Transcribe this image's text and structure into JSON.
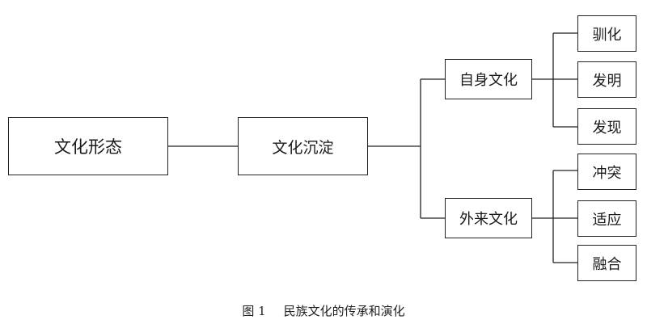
{
  "diagram": {
    "root": "文化形态",
    "level1": "文化沉淀",
    "branches": [
      {
        "label": "自身文化",
        "children": [
          "驯化",
          "发明",
          "发现"
        ]
      },
      {
        "label": "外来文化",
        "children": [
          "冲突",
          "适应",
          "融合"
        ]
      }
    ],
    "line_color": "#222222"
  },
  "caption": {
    "number": "图 1",
    "title": "民族文化的传承和演化"
  }
}
